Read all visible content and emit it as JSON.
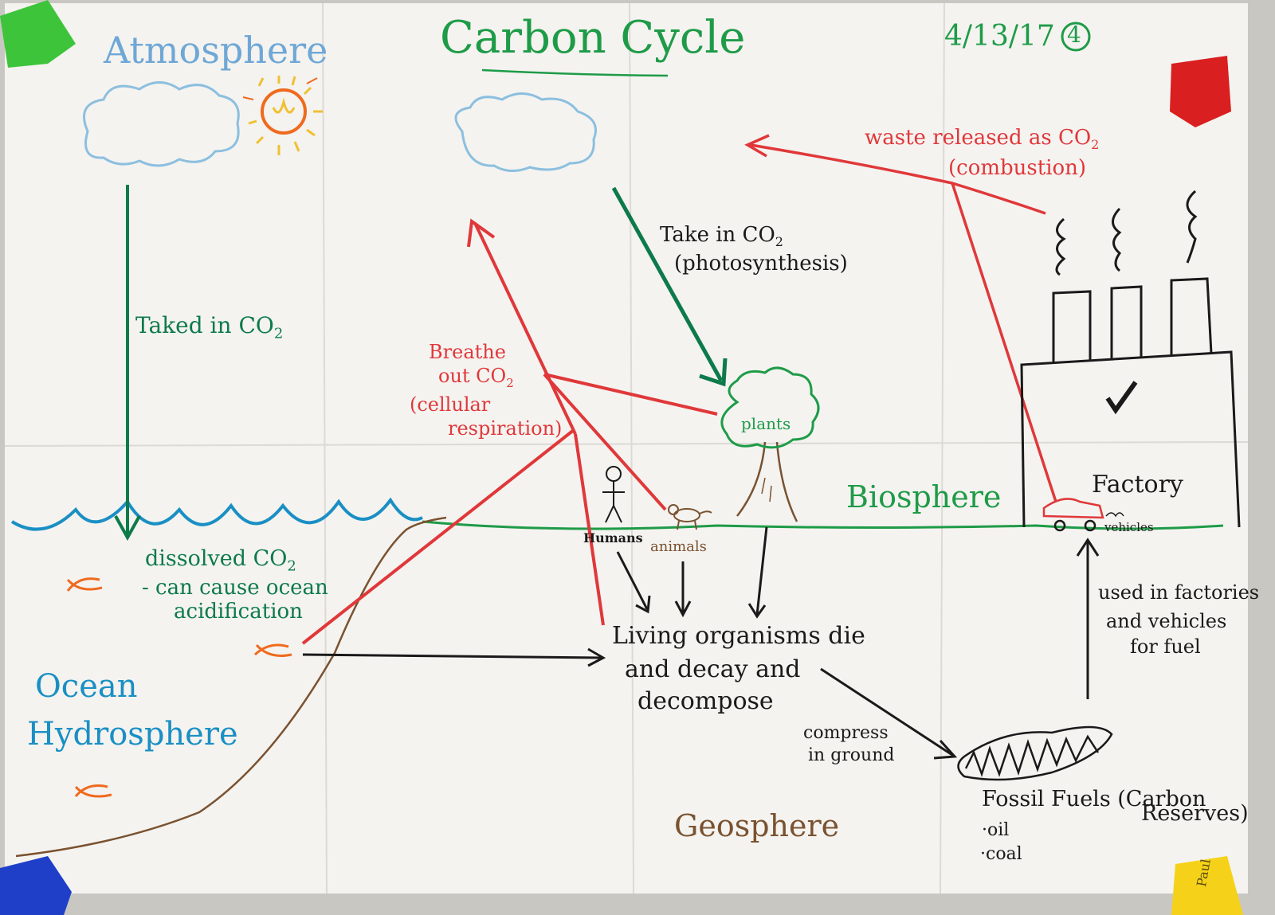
{
  "poster": {
    "title": "Carbon Cycle",
    "date": "4/13/17",
    "number": "4",
    "colors": {
      "paper": "#f4f3f0",
      "green": "#1e9b47",
      "dark_green": "#0d7a4a",
      "red": "#e0383a",
      "blue": "#1a8fc4",
      "light_blue": "#8cbfdf",
      "brown": "#7a5230",
      "orange": "#f06a1e",
      "black": "#1a1a1a"
    }
  },
  "spheres": {
    "atmosphere": "Atmosphere",
    "biosphere": "Biosphere",
    "ocean": "Ocean",
    "hydrosphere": "Hydrosphere",
    "geosphere": "Geosphere"
  },
  "labels": {
    "taked_in": "Taked in CO",
    "taked_in_sub": "2",
    "dissolved": "dissolved CO",
    "dissolved_sub": "2",
    "acid1": "- can cause ocean",
    "acid2": "acidification",
    "take_in": "Take in CO",
    "take_in_sub": "2",
    "photosynthesis": "(photosynthesis)",
    "breathe1": "Breathe",
    "breathe2": "out CO",
    "breathe2_sub": "2",
    "cellular": "(cellular",
    "respiration": "respiration)",
    "waste": "waste released as CO",
    "waste_sub": "2",
    "combustion": "(combustion)",
    "plants": "plants",
    "humans": "Humans",
    "animals": "animals",
    "factory": "Factory",
    "vehicles": "vehicles",
    "living1": "Living organisms die",
    "living2": "and decay and",
    "living3": "decompose",
    "compress1": "compress",
    "compress2": "in ground",
    "used1": "used in factories",
    "used2": "and vehicles",
    "used3": "for fuel",
    "fossil1": "Fossil Fuels (Carbon",
    "fossil2": "Reserves)",
    "oil": "·oil",
    "coal": "·coal",
    "paul": "Paul"
  }
}
